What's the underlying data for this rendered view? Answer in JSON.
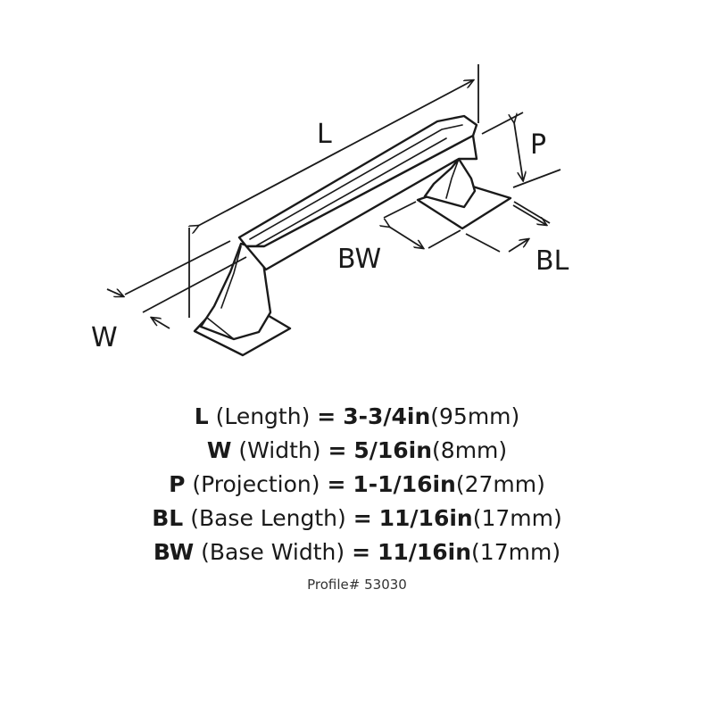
{
  "diagram": {
    "labels": {
      "L": "L",
      "P": "P",
      "W": "W",
      "BW": "BW",
      "BL": "BL"
    },
    "colors": {
      "line": "#1a1a1a",
      "highlight": "#ffffff",
      "shade": "#e6e6e6"
    }
  },
  "specs": [
    {
      "abbr": "L",
      "name": "(Length)",
      "eq": "=",
      "imperial": "3-3/4in",
      "metric": "(95mm)"
    },
    {
      "abbr": "W",
      "name": "(Width)",
      "eq": "=",
      "imperial": "5/16in",
      "metric": "(8mm)"
    },
    {
      "abbr": "P",
      "name": "(Projection)",
      "eq": "=",
      "imperial": "1-1/16in",
      "metric": "(27mm)"
    },
    {
      "abbr": "BL",
      "name": "(Base Length)",
      "eq": "=",
      "imperial": "11/16in",
      "metric": "(17mm)"
    },
    {
      "abbr": "BW",
      "name": "(Base Width)",
      "eq": "=",
      "imperial": "11/16in",
      "metric": "(17mm)"
    }
  ],
  "profile": "Profile# 53030"
}
